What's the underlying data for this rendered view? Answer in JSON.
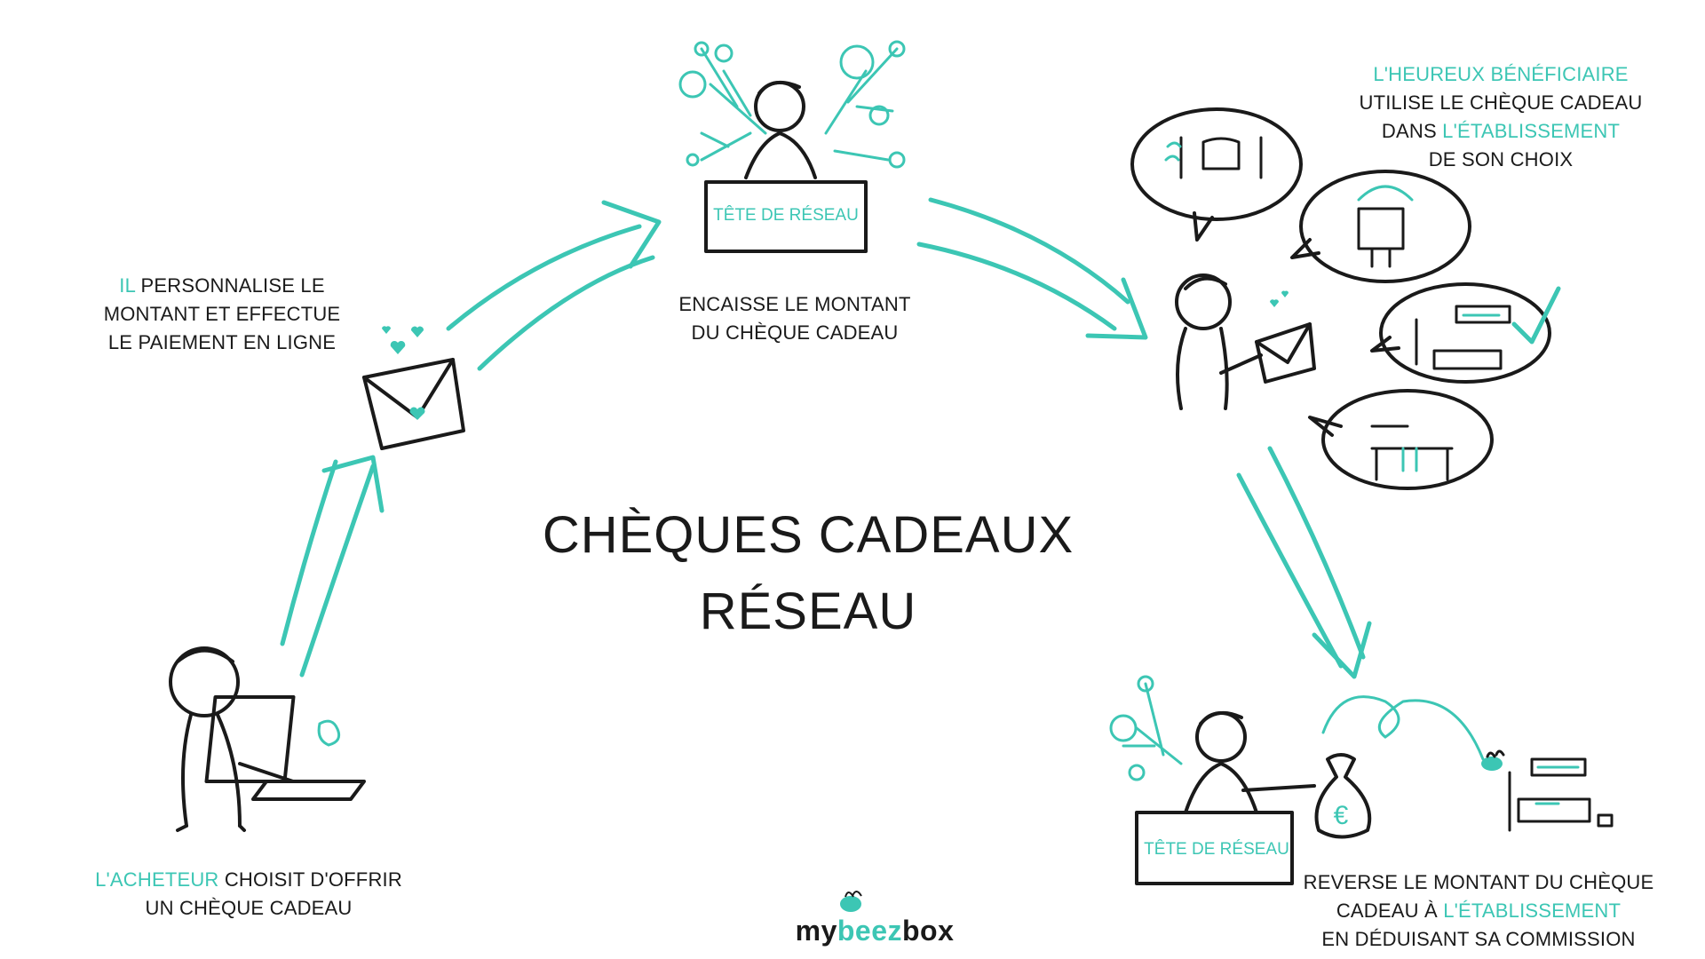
{
  "title": {
    "line1": "CHÈQUES CADEAUX",
    "line2": "RÉSEAU"
  },
  "steps": {
    "buyer": {
      "highlight": "L'ACHETEUR",
      "rest": " CHOISIT D'OFFRIR",
      "line2": "UN CHÈQUE CADEAU"
    },
    "personalize": {
      "highlight": "IL",
      "rest": " PERSONNALISE LE",
      "line2": "MONTANT ET EFFECTUE",
      "line3": "LE PAIEMENT EN LIGNE"
    },
    "network_collect": {
      "desk_label": "TÊTE DE RÉSEAU",
      "line1": "ENCAISSE LE MONTANT",
      "line2": "DU CHÈQUE CADEAU"
    },
    "beneficiary": {
      "highlight1": "L'HEUREUX BÉNÉFICIAIRE",
      "line2": "UTILISE LE CHÈQUE CADEAU",
      "line3_prefix": "DANS ",
      "highlight2": "L'ÉTABLISSEMENT",
      "line4": "DE SON CHOIX"
    },
    "network_pay": {
      "desk_label": "TÊTE DE RÉSEAU",
      "line1": "REVERSE LE MONTANT DU CHÈQUE",
      "line2_prefix": "CADEAU À ",
      "highlight": "L'ÉTABLISSEMENT",
      "line3": "EN DÉDUISANT SA COMMISSION"
    }
  },
  "logo": {
    "part1": "my",
    "part2": "beez",
    "part3": "box"
  },
  "icons": {
    "money_bag_symbol": "€"
  },
  "colors": {
    "accent": "#3cc6b4",
    "ink": "#1a1a1a"
  }
}
